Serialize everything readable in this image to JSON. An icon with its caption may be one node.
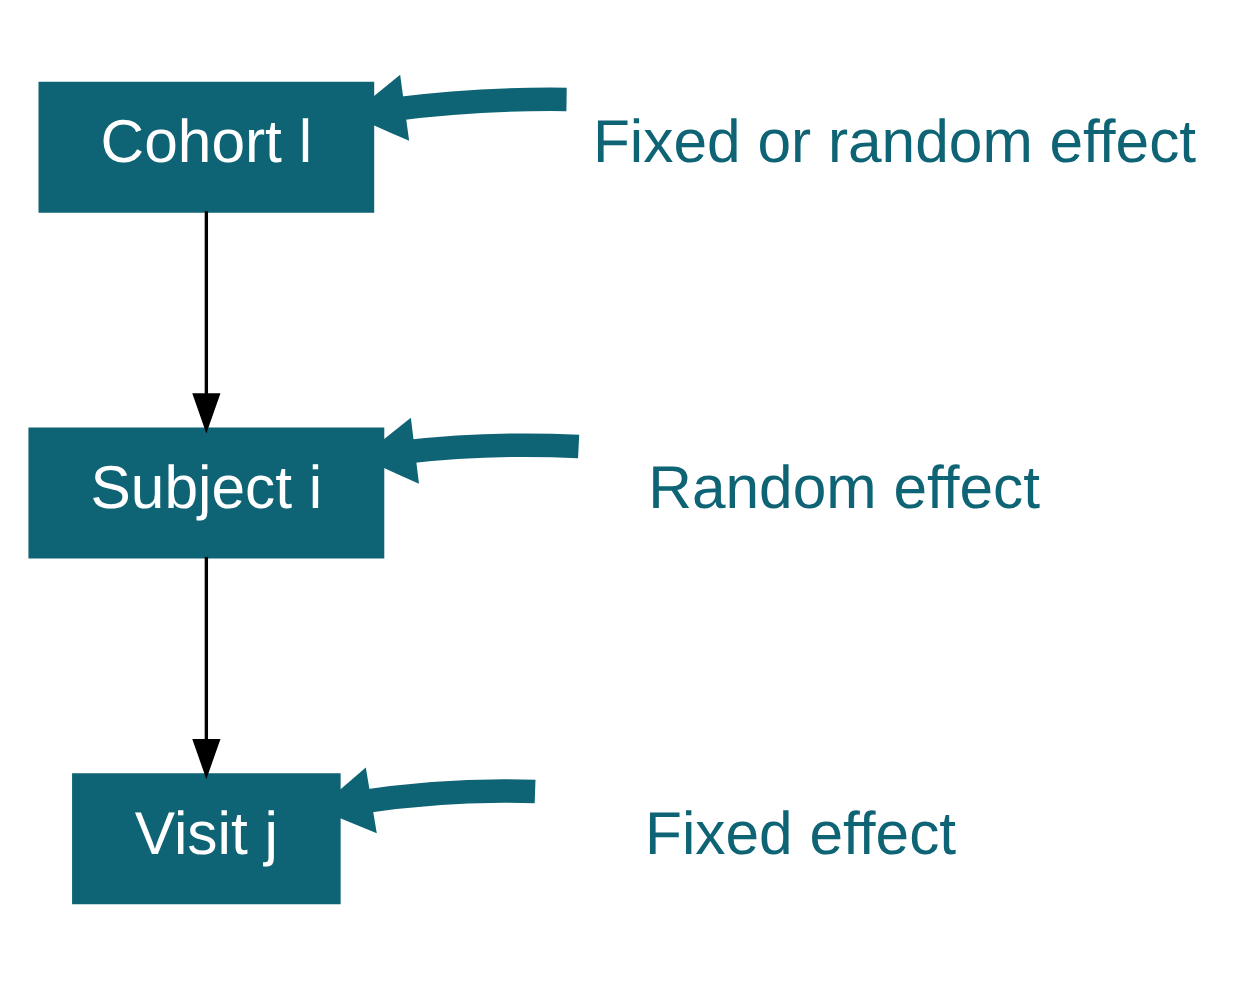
{
  "diagram": {
    "nodes": [
      {
        "text": [
          "Cohort l"
        ]
      },
      {
        "text": [
          "Subject i"
        ]
      },
      {
        "text": [
          "Visit j"
        ]
      },
      {
        "text": [
          "Fixed or random effect"
        ]
      },
      {
        "text": [
          "Random effect"
        ]
      },
      {
        "text": [
          "Fixed effect"
        ]
      }
    ],
    "edges": [
      {
        "from": 0,
        "to": 1,
        "arrow": "to",
        "color": "#000000"
      },
      {
        "from": 1,
        "to": 2,
        "arrow": "to",
        "color": "#000000"
      },
      {
        "from": 3,
        "to": 0,
        "arrow": "to",
        "color": "#0e6474"
      },
      {
        "from": 4,
        "to": 1,
        "arrow": "to",
        "color": "#0e6474"
      },
      {
        "from": 5,
        "to": 2,
        "arrow": "to",
        "color": "#0e6474"
      }
    ]
  }
}
